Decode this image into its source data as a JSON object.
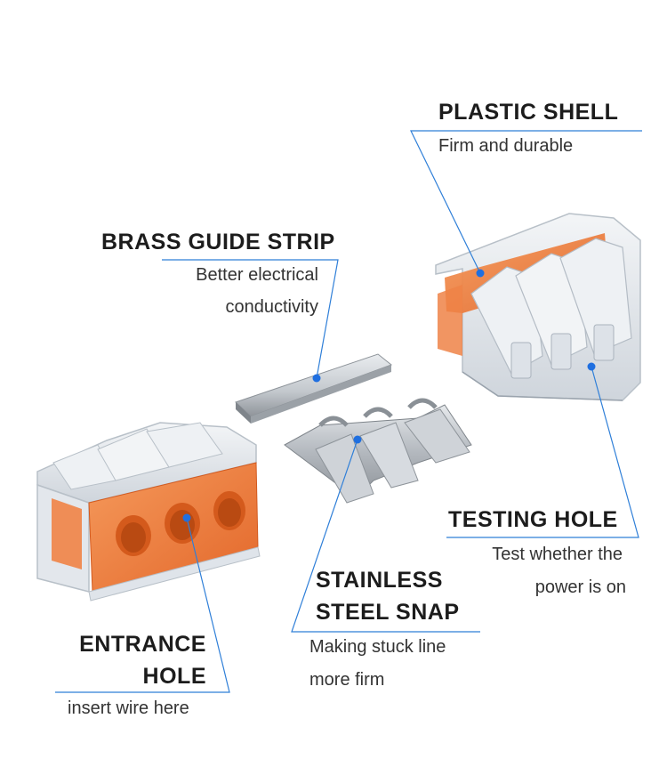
{
  "colors": {
    "accent_line": "#2f7fd8",
    "marker": "#1f6fe0",
    "orange": "#f07a3a",
    "clear_plastic": "#dfe4ea",
    "metal": "#b9bec4"
  },
  "components": {
    "plastic_shell": {
      "title": "PLASTIC SHELL",
      "desc": [
        "Firm and durable"
      ]
    },
    "brass_strip": {
      "title": "BRASS GUIDE STRIP",
      "desc": [
        "Better electrical",
        "conductivity"
      ]
    },
    "testing_hole": {
      "title": "TESTING HOLE",
      "desc": [
        "Test whether the",
        "power is on"
      ]
    },
    "steel_snap": {
      "title": [
        "STAINLESS",
        "STEEL SNAP"
      ],
      "desc": [
        "Making stuck line",
        "more firm"
      ]
    },
    "entrance_hole": {
      "title": [
        "ENTRANCE",
        "HOLE"
      ],
      "desc": [
        "insert wire here"
      ]
    }
  },
  "icons": [
    "connector-shell-icon",
    "brass-strip-icon",
    "steel-snap-icon",
    "connector-front-icon",
    "callout-dot-icon"
  ]
}
